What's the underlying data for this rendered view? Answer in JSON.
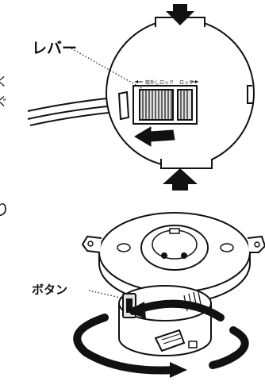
{
  "labels": {
    "lever": "レバー",
    "button": "ボタン",
    "switch_left": "取外しロック",
    "switch_right": "ロック",
    "frag_top": "く",
    "frag_mid": "ぐ",
    "frag_left": "り"
  },
  "colors": {
    "ink": "#111111",
    "paper": "#ffffff",
    "switch_gray": "#e0e0e0"
  }
}
